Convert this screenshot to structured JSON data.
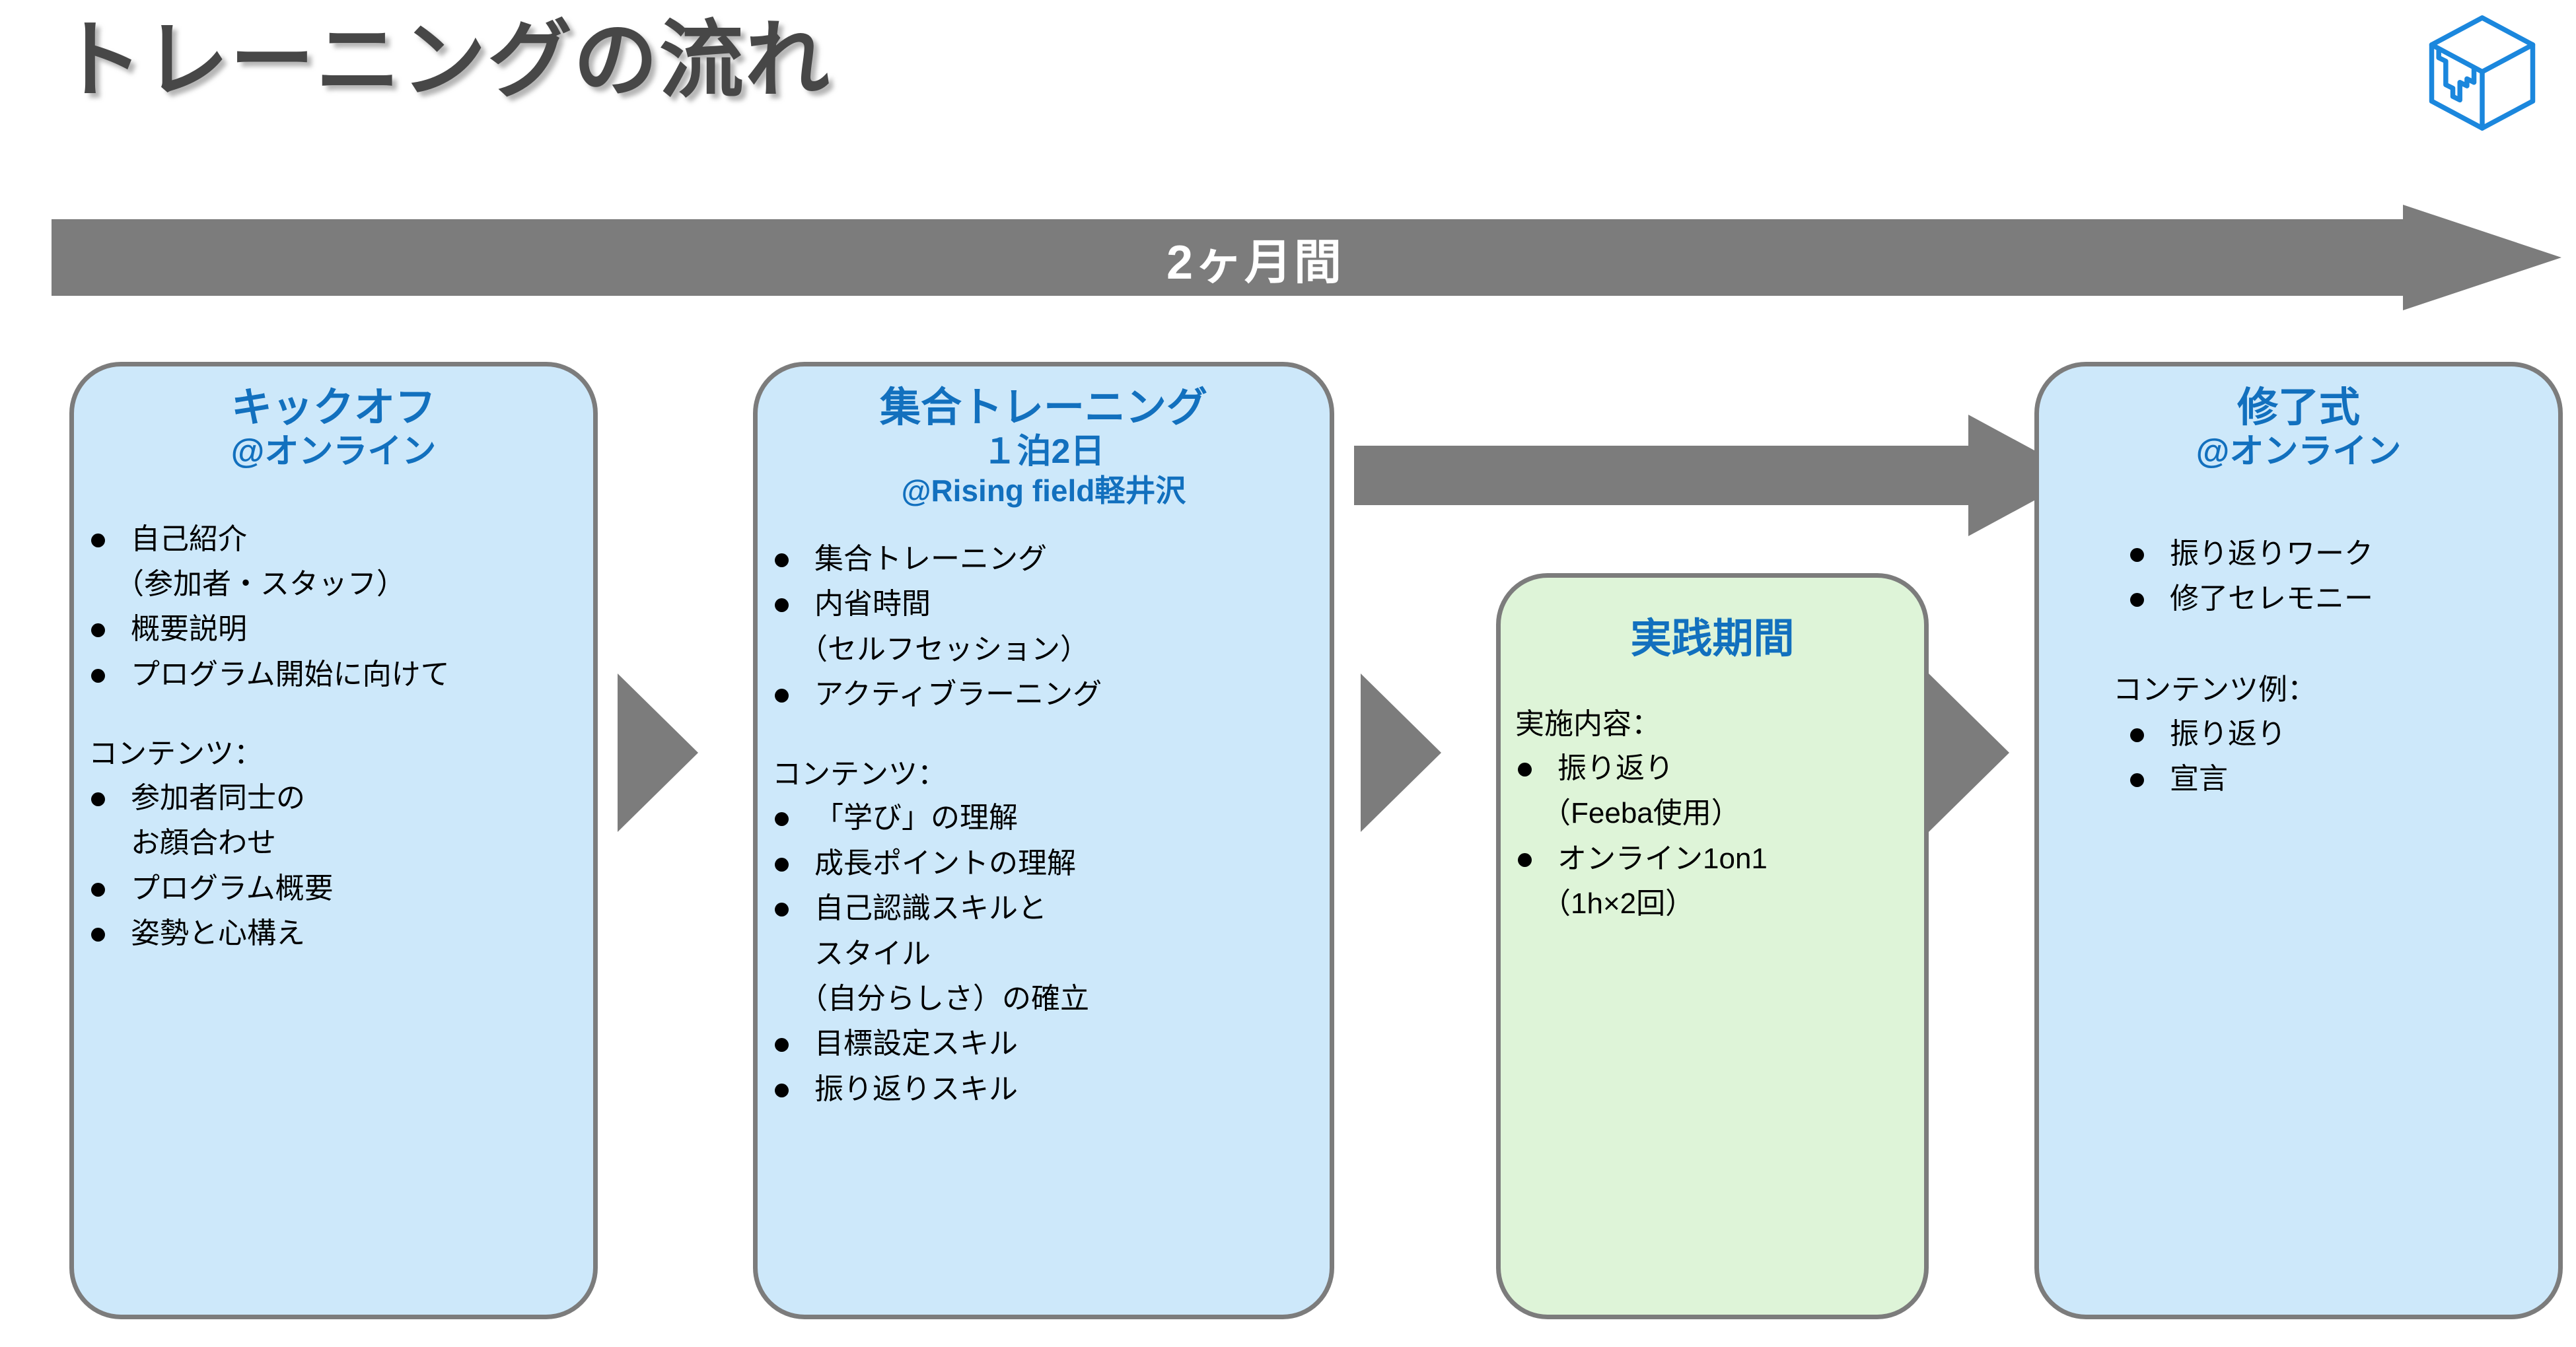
{
  "title": "トレーニングの流れ",
  "logo": {
    "name": "box-cube-logo",
    "color": "#1b87dd"
  },
  "banner": {
    "label": "2ヶ月間",
    "color": "#7c7c7c",
    "text_color": "#ffffff"
  },
  "colors": {
    "card_blue": "#cde8fa",
    "card_green": "#def4d8",
    "card_border": "#7c7c7c",
    "heading_blue": "#1270be",
    "title_gray": "#474747",
    "arrow_gray": "#7c7c7c"
  },
  "cards": [
    {
      "id": "kickoff",
      "variant": "blue",
      "head": {
        "t1": "キックオフ",
        "t2": "@オンライン",
        "t3": ""
      },
      "bullets_1": [
        "自己紹介",
        "概要説明",
        "プログラム開始に向けて"
      ],
      "sub_1": "（参加者・スタッフ）",
      "section_label": "コンテンツ：",
      "bullets_2": [
        "参加者同士の",
        "プログラム概要",
        "姿勢と心構え"
      ],
      "sub_2": "お顔合わせ"
    },
    {
      "id": "group-training",
      "variant": "blue",
      "head": {
        "t1": "集合トレーニング",
        "t2": "１泊2日",
        "t3": "@Rising field軽井沢"
      },
      "bullets_1": [
        "集合トレーニング",
        "内省時間",
        "アクティブラーニング"
      ],
      "sub_1": "（セルフセッション）",
      "section_label": "コンテンツ：",
      "bullets_2": [
        "「学び」の理解",
        "成長ポイントの理解",
        "自己認識スキルと",
        "目標設定スキル",
        "振り返りスキル"
      ],
      "sub_2a": "スタイル",
      "sub_2b": "（自分らしさ）の確立"
    },
    {
      "id": "practice-period",
      "variant": "green",
      "head": {
        "t1": "実践期間",
        "t2": "",
        "t3": ""
      },
      "section_label": "実施内容：",
      "bullets": [
        "振り返り",
        "オンライン1on1"
      ],
      "sub_a": "（Feeba使用）",
      "sub_b": "（1h×2回）"
    },
    {
      "id": "completion-ceremony",
      "variant": "blue",
      "head": {
        "t1": "修了式",
        "t2": "@オンライン",
        "t3": ""
      },
      "bullets_1": [
        "振り返りワーク",
        "修了セレモニー"
      ],
      "section_label": "コンテンツ例：",
      "bullets_2": [
        "振り返り",
        "宣言"
      ]
    }
  ],
  "connectors": [
    {
      "name": "arrow-kickoff-to-group",
      "type": "triangle"
    },
    {
      "name": "arrow-group-to-practice",
      "type": "triangle"
    },
    {
      "name": "arrow-practice-to-completion",
      "type": "triangle"
    },
    {
      "name": "arrow-group-to-completion",
      "type": "long-horizontal"
    }
  ]
}
